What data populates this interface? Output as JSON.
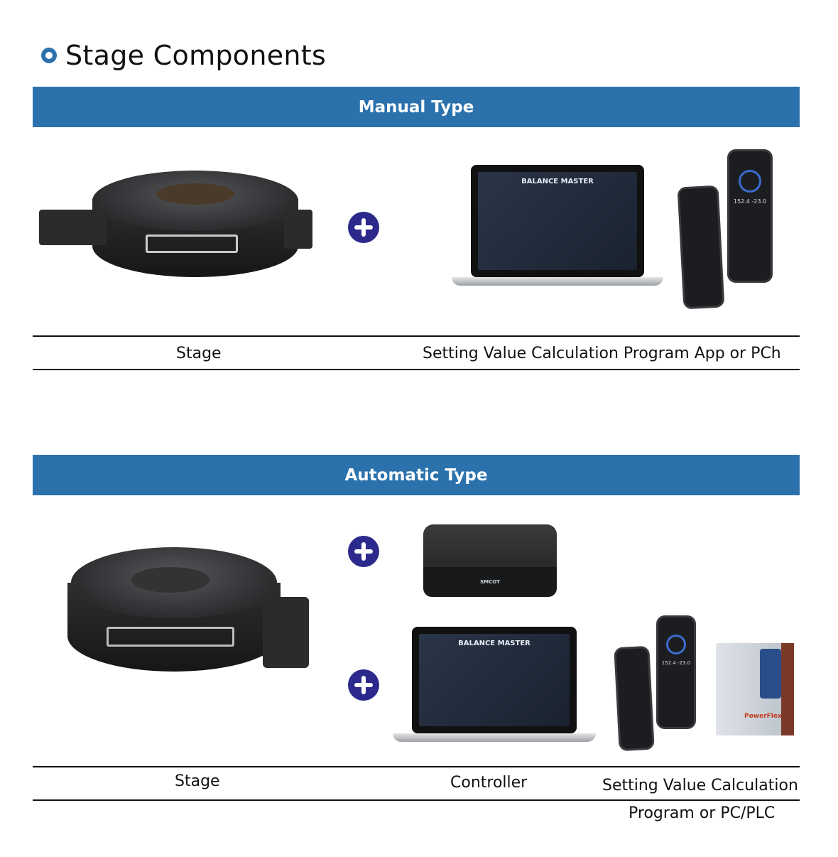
{
  "page": {
    "title": "Stage Components"
  },
  "manual": {
    "header": "Manual Type",
    "plus_icon": "plus-circle-icon",
    "laptop_screen_title": "BALANCE MASTER",
    "phone_values": [
      "152.4",
      "-23.0"
    ],
    "labels": {
      "stage": "Stage",
      "software": "Setting Value Calculation Program App or PCh"
    }
  },
  "automatic": {
    "header": "Automatic Type",
    "laptop_screen_title": "BALANCE MASTER",
    "controller_brand": "SMCOT",
    "phone_values": [
      "152.4",
      "-23.0"
    ],
    "plc_brand": "PowerFlex",
    "labels": {
      "stage": "Stage",
      "controller": "Controller",
      "software_line1": "Setting Value Calculation",
      "software_line2": "Program or PC/PLC"
    }
  },
  "colors": {
    "accent": "#2b72ad",
    "plus": "#2b2a8c"
  }
}
